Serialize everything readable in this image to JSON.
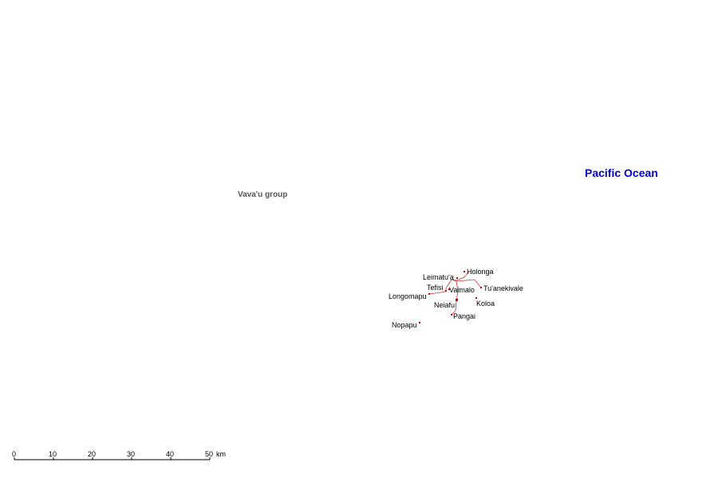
{
  "ocean_label": "Pacific Ocean",
  "group_label": "Vava'u group",
  "colors": {
    "ocean_text": "#0000cc",
    "road": "#cc3333",
    "town": "#cc0000",
    "group_text": "#555555"
  },
  "towns": [
    {
      "name": "Holonga"
    },
    {
      "name": "Leimatu'a"
    },
    {
      "name": "Tefisi"
    },
    {
      "name": "Vaimalo"
    },
    {
      "name": "Tu'anekivale"
    },
    {
      "name": "Longomapu"
    },
    {
      "name": "Neiafu"
    },
    {
      "name": "Koloa"
    },
    {
      "name": "Pangai"
    },
    {
      "name": "Nopapu"
    }
  ],
  "scale_bar": {
    "ticks": [
      "0",
      "10",
      "20",
      "30",
      "40",
      "50"
    ],
    "unit": "km"
  }
}
